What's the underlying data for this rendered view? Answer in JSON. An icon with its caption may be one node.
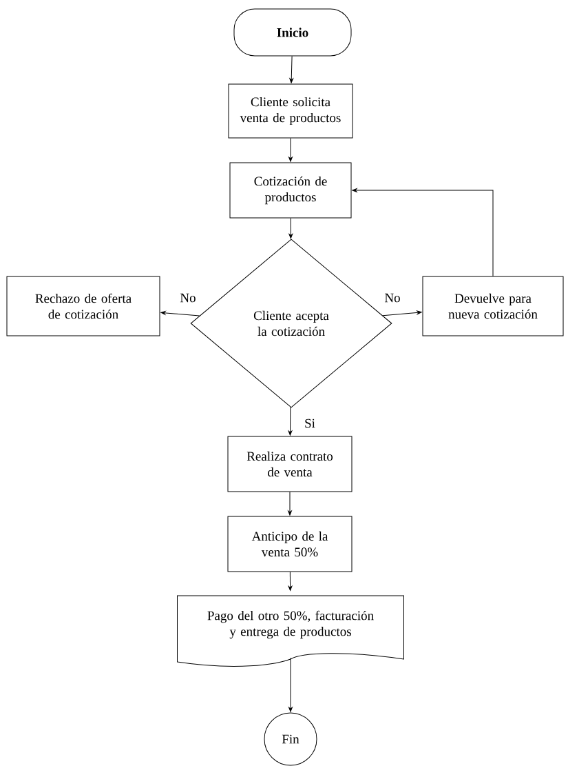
{
  "diagram": {
    "nodes": [
      {
        "text": [
          "Inicio"
        ]
      },
      {
        "text": [
          "Cliente solicita venta de productos"
        ]
      },
      {
        "text": [
          "Cotización de productos"
        ]
      },
      {
        "text": [
          "Cliente acepta la cotización"
        ]
      },
      {
        "text": [
          "Rechazo de oferta de cotización"
        ]
      },
      {
        "text": [
          "Devuelve para nueva cotización"
        ]
      },
      {
        "text": [
          "Realiza contrato de venta"
        ]
      },
      {
        "text": [
          "Anticipo de la venta 50%"
        ]
      },
      {
        "text": [
          "Pago del otro 50%, facturación y entrega de productos"
        ]
      },
      {
        "text": [
          "Fin"
        ]
      }
    ],
    "edges": [
      {
        "from": 0,
        "to": 1,
        "arrow": "to"
      },
      {
        "from": 1,
        "to": 2,
        "arrow": "to"
      },
      {
        "from": 2,
        "to": 3,
        "arrow": "to"
      },
      {
        "from": 3,
        "to": 4,
        "arrow": "to",
        "label": "No"
      },
      {
        "from": 3,
        "to": 5,
        "arrow": "to",
        "label": "No"
      },
      {
        "from": 5,
        "to": 2,
        "arrow": "to"
      },
      {
        "from": 3,
        "to": 6,
        "arrow": "to",
        "label": "Si"
      },
      {
        "from": 6,
        "to": 7,
        "arrow": "to"
      },
      {
        "from": 7,
        "to": 8,
        "arrow": "to"
      },
      {
        "from": 8,
        "to": 9,
        "arrow": "to"
      }
    ]
  }
}
